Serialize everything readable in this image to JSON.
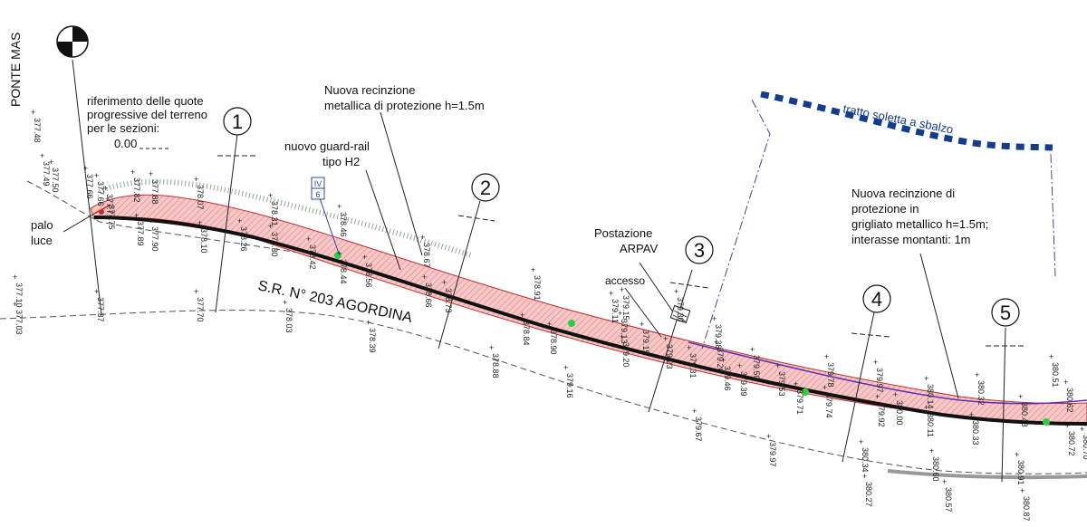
{
  "labels": {
    "ponte_mas": "PONTE MAS",
    "rif_line1": "riferimento delle quote",
    "rif_line2": "progressive del terreno",
    "rif_line3": "per le sezioni:",
    "rif_value": "0.00",
    "palo1": "palo",
    "palo2": "luce",
    "recinzione1_l1": "Nuova recinzione",
    "recinzione1_l2": "metallica di protezione h=1.5m",
    "guardrail_l1": "nuovo guard-rail",
    "guardrail_l2": "tipo H2",
    "tag_top": "IV",
    "tag_bottom": "6",
    "road_name": "S.R. N° 203 AGORDINA",
    "arpav_l1": "Postazione",
    "arpav_l2": "ARPAV",
    "accesso": "accesso",
    "soletta": "tratto soletta a sbalzo",
    "recinzione2_l1": "Nuova recinzione di",
    "recinzione2_l2": "protezione in",
    "recinzione2_l3": "grigliato metallico h=1.5m;",
    "recinzione2_l4": "interasse montanti: 1m"
  },
  "sections": [
    "1",
    "2",
    "3",
    "4",
    "5"
  ],
  "elevations": [
    "377.48",
    "377.49",
    "377.50",
    "377.66",
    "377.66",
    "377.71",
    "377.75",
    "377.82",
    "377.88",
    "377.89",
    "377.90",
    "378.07",
    "378.10",
    "378.26",
    "378.30",
    "378.31",
    "378.42",
    "378.46",
    "378.44",
    "378.56",
    "378.67",
    "378.66",
    "378.73",
    "377.10",
    "377.03",
    "377.37",
    "377.70",
    "378.03",
    "378.39",
    "378.88",
    "379.16",
    "378.91",
    "378.84",
    "378.90",
    "379.15",
    "379.11",
    "379.13",
    "379.20",
    "379.15",
    "379.23",
    "379.30",
    "379.31",
    "379.38",
    "379.20",
    "379.46",
    "379.39",
    "379.50",
    "379.53",
    "379.71",
    "379.74",
    "379.78",
    "379.97",
    "379.92",
    "380.00",
    "380.14",
    "380.11",
    "380.32",
    "380.33",
    "380.43",
    "380.51",
    "380.62",
    "380.70",
    "380.72",
    "379.67",
    "379.97",
    "380.34",
    "380.27",
    "380.60",
    "380.57",
    "380.91",
    "380.87"
  ],
  "colors": {
    "strip_fill": "#f6c7c7",
    "strip_hatch": "#d24848",
    "guardrail": "#111111",
    "fence_purple": "#5a2fb5",
    "soletta_blue": "#143c8c",
    "grass": "#8fa88f",
    "marker_green": "#2ecc40"
  }
}
